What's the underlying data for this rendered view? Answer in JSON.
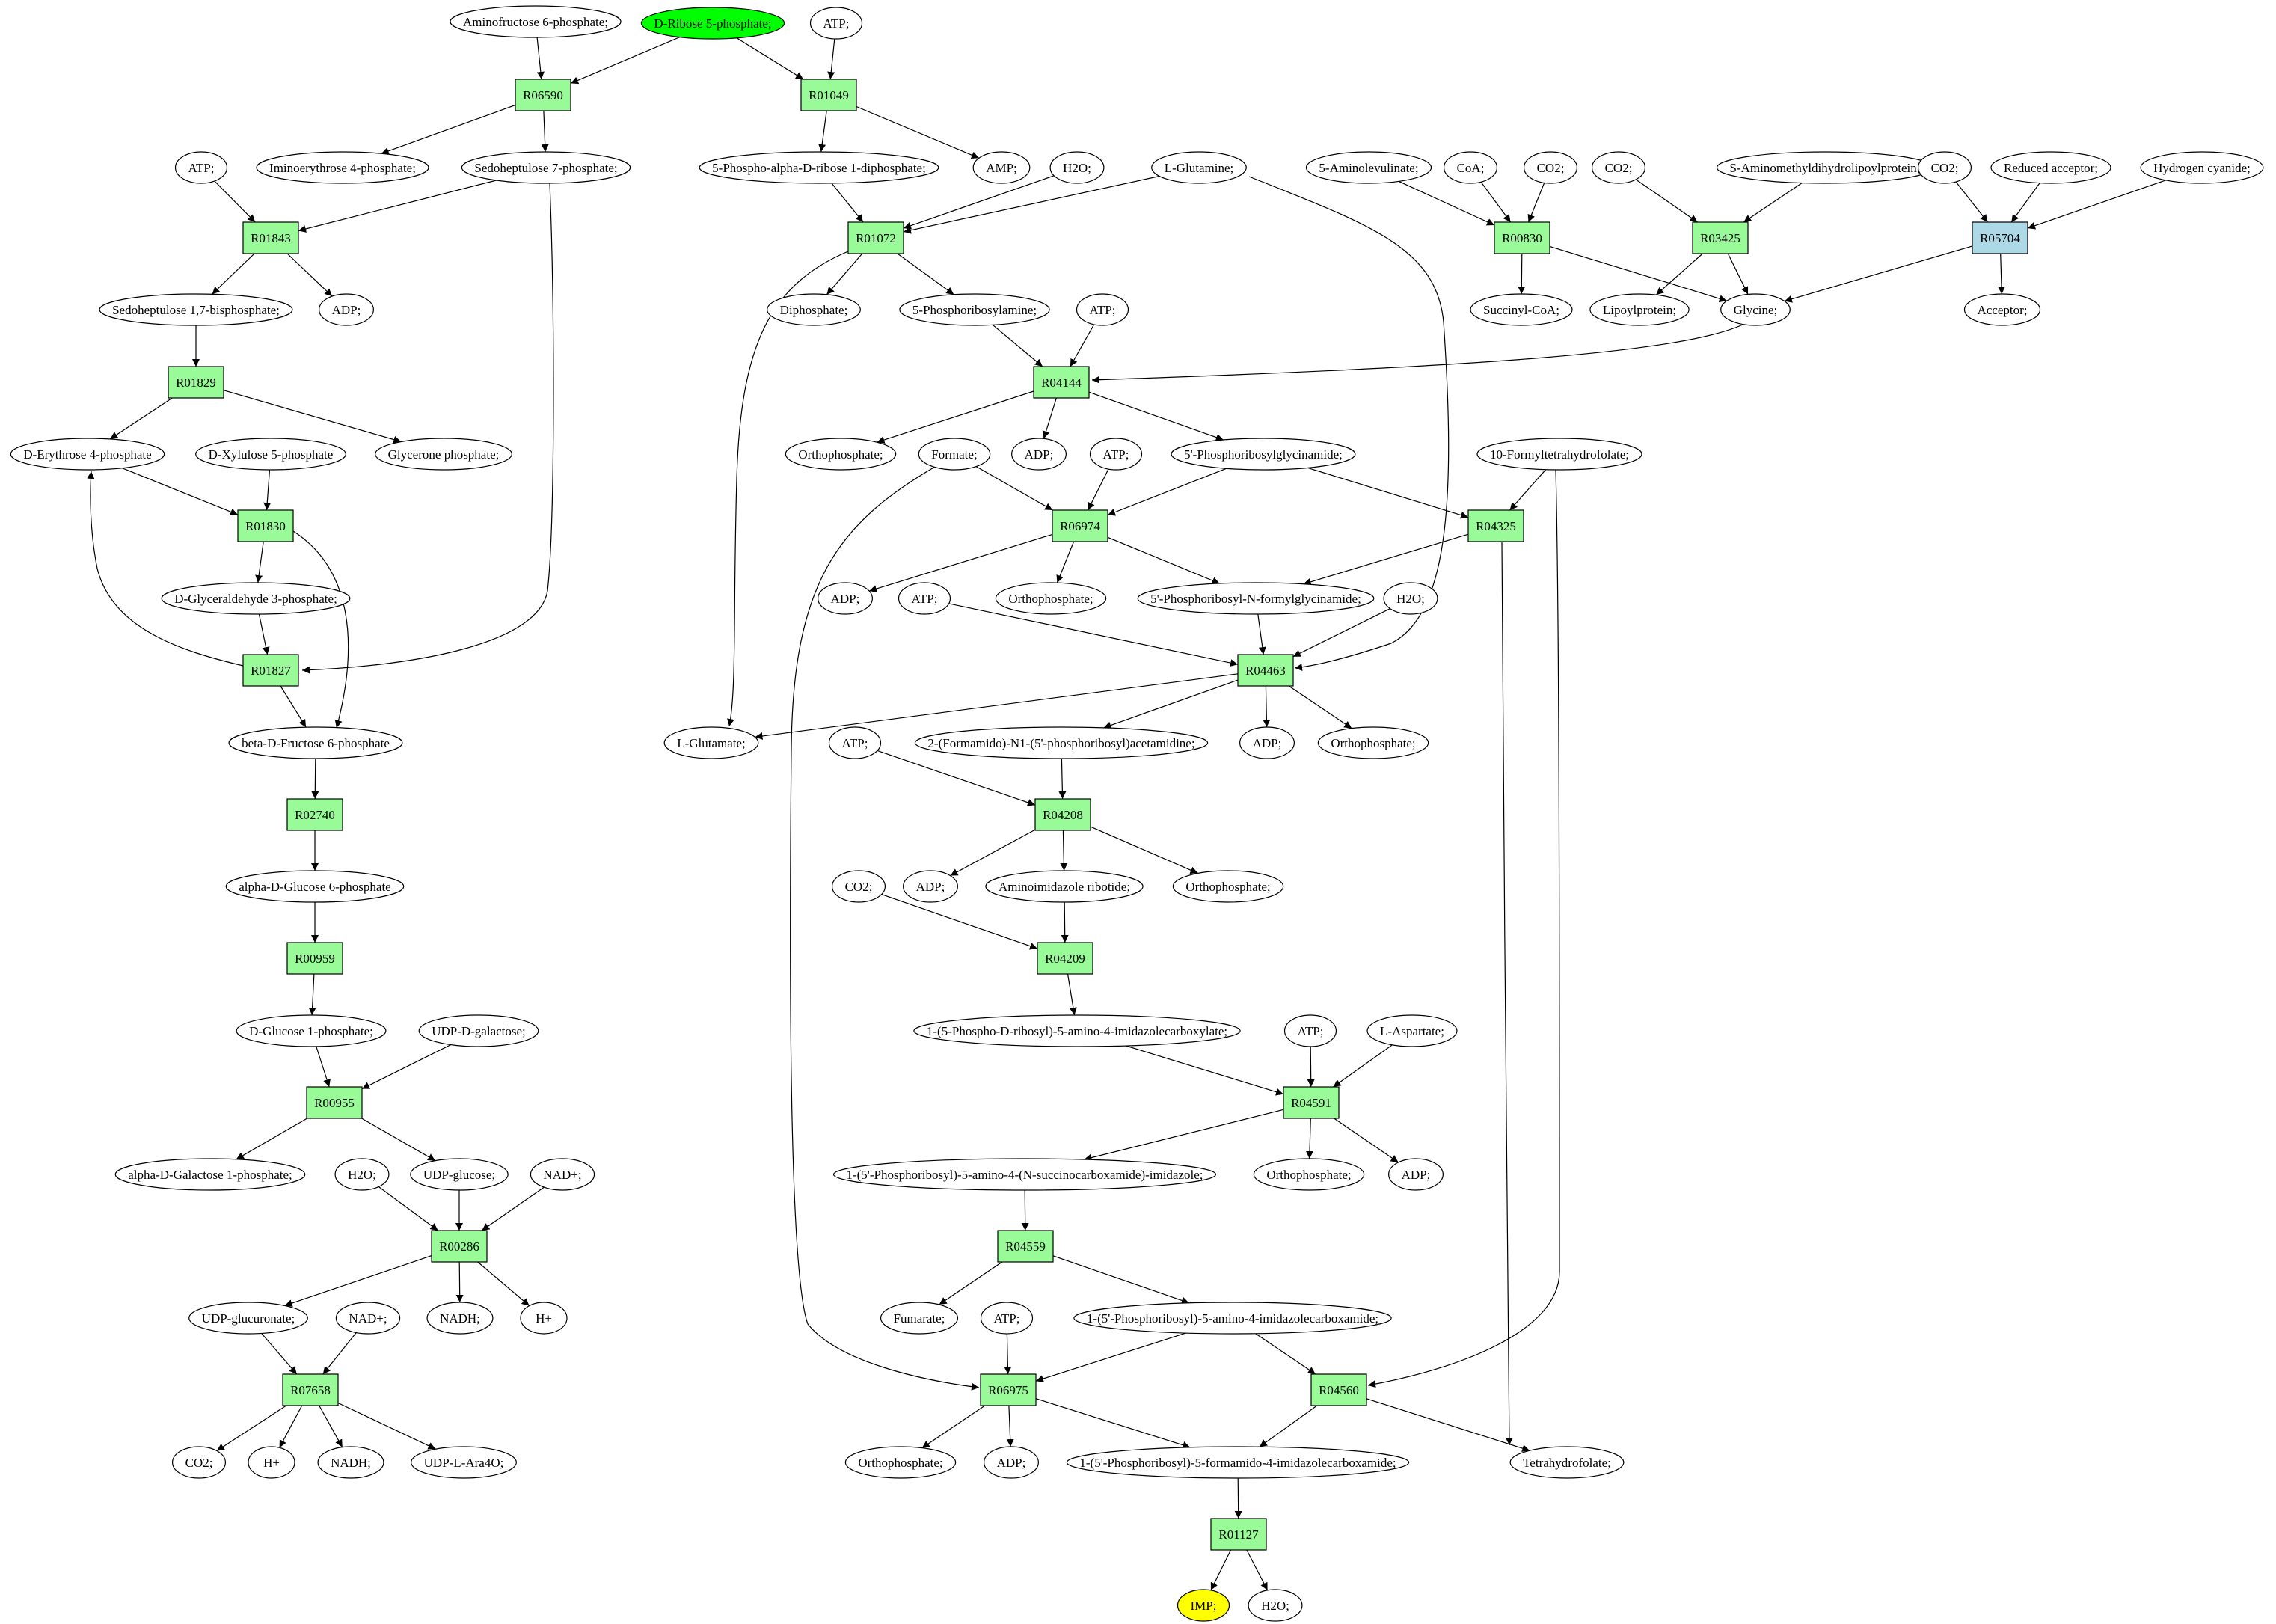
{
  "colors": {
    "reaction": "#98fb98",
    "reaction_alt": "#add8e6",
    "source": "#00ff00",
    "target": "#ffff00",
    "metabolite": "#ffffff",
    "stroke": "#000000"
  },
  "nodes": [
    {
      "id": "m_amf6p",
      "label": "Aminofructose 6-phosphate;",
      "kind": "metabolite"
    },
    {
      "id": "m_r5p",
      "label": "D-Ribose 5-phosphate;",
      "kind": "metabolite",
      "fill": "source"
    },
    {
      "id": "m_atp1",
      "label": "ATP;",
      "kind": "metabolite"
    },
    {
      "id": "r_R06590",
      "label": "R06590",
      "kind": "reaction"
    },
    {
      "id": "r_R01049",
      "label": "R01049",
      "kind": "reaction"
    },
    {
      "id": "m_atp2",
      "label": "ATP;",
      "kind": "metabolite"
    },
    {
      "id": "m_ie4p",
      "label": "Iminoerythrose 4-phosphate;",
      "kind": "metabolite"
    },
    {
      "id": "m_s7p",
      "label": "Sedoheptulose 7-phosphate;",
      "kind": "metabolite"
    },
    {
      "id": "m_prpp",
      "label": "5-Phospho-alpha-D-ribose 1-diphosphate;",
      "kind": "metabolite"
    },
    {
      "id": "m_amp",
      "label": "AMP;",
      "kind": "metabolite"
    },
    {
      "id": "m_h2o1",
      "label": "H2O;",
      "kind": "metabolite"
    },
    {
      "id": "m_gln",
      "label": "L-Glutamine;",
      "kind": "metabolite"
    },
    {
      "id": "m_5al",
      "label": "5-Aminolevulinate;",
      "kind": "metabolite"
    },
    {
      "id": "m_coa",
      "label": "CoA;",
      "kind": "metabolite"
    },
    {
      "id": "m_co2a",
      "label": "CO2;",
      "kind": "metabolite"
    },
    {
      "id": "m_co2b",
      "label": "CO2;",
      "kind": "metabolite"
    },
    {
      "id": "m_samdlp",
      "label": "S-Aminomethyldihydrolipoylprotein;",
      "kind": "metabolite"
    },
    {
      "id": "m_co2c",
      "label": "CO2;",
      "kind": "metabolite"
    },
    {
      "id": "m_redacc",
      "label": "Reduced acceptor;",
      "kind": "metabolite"
    },
    {
      "id": "m_hcn",
      "label": "Hydrogen cyanide;",
      "kind": "metabolite"
    },
    {
      "id": "r_R01843",
      "label": "R01843",
      "kind": "reaction"
    },
    {
      "id": "r_R01072",
      "label": "R01072",
      "kind": "reaction"
    },
    {
      "id": "r_R00830",
      "label": "R00830",
      "kind": "reaction"
    },
    {
      "id": "r_R03425",
      "label": "R03425",
      "kind": "reaction"
    },
    {
      "id": "r_R05704",
      "label": "R05704",
      "kind": "reaction",
      "fill": "reaction_alt"
    },
    {
      "id": "m_s17bp",
      "label": "Sedoheptulose 1,7-bisphosphate;",
      "kind": "metabolite"
    },
    {
      "id": "m_adp1",
      "label": "ADP;",
      "kind": "metabolite"
    },
    {
      "id": "m_dip",
      "label": "Diphosphate;",
      "kind": "metabolite"
    },
    {
      "id": "m_5pra",
      "label": "5-Phosphoribosylamine;",
      "kind": "metabolite"
    },
    {
      "id": "m_atp3",
      "label": "ATP;",
      "kind": "metabolite"
    },
    {
      "id": "m_succoa",
      "label": "Succinyl-CoA;",
      "kind": "metabolite"
    },
    {
      "id": "m_lipo",
      "label": "Lipoylprotein;",
      "kind": "metabolite"
    },
    {
      "id": "m_gly",
      "label": "Glycine;",
      "kind": "metabolite"
    },
    {
      "id": "m_acc",
      "label": "Acceptor;",
      "kind": "metabolite"
    },
    {
      "id": "r_R01829",
      "label": "R01829",
      "kind": "reaction"
    },
    {
      "id": "r_R04144",
      "label": "R04144",
      "kind": "reaction"
    },
    {
      "id": "m_e4p",
      "label": "D-Erythrose 4-phosphate",
      "kind": "metabolite"
    },
    {
      "id": "m_x5p",
      "label": "D-Xylulose 5-phosphate",
      "kind": "metabolite"
    },
    {
      "id": "m_gp",
      "label": "Glycerone phosphate;",
      "kind": "metabolite"
    },
    {
      "id": "m_pi1",
      "label": "Orthophosphate;",
      "kind": "metabolite"
    },
    {
      "id": "m_formate",
      "label": "Formate;",
      "kind": "metabolite"
    },
    {
      "id": "m_adp2",
      "label": "ADP;",
      "kind": "metabolite"
    },
    {
      "id": "m_atp4",
      "label": "ATP;",
      "kind": "metabolite"
    },
    {
      "id": "m_gar",
      "label": "5'-Phosphoribosylglycinamide;",
      "kind": "metabolite"
    },
    {
      "id": "m_10fthf",
      "label": "10-Formyltetrahydrofolate;",
      "kind": "metabolite"
    },
    {
      "id": "r_R01830",
      "label": "R01830",
      "kind": "reaction"
    },
    {
      "id": "r_R06974",
      "label": "R06974",
      "kind": "reaction"
    },
    {
      "id": "r_R04325",
      "label": "R04325",
      "kind": "reaction"
    },
    {
      "id": "m_g3p",
      "label": "D-Glyceraldehyde 3-phosphate;",
      "kind": "metabolite"
    },
    {
      "id": "m_adp3",
      "label": "ADP;",
      "kind": "metabolite"
    },
    {
      "id": "m_atp5",
      "label": "ATP;",
      "kind": "metabolite"
    },
    {
      "id": "m_pi2",
      "label": "Orthophosphate;",
      "kind": "metabolite"
    },
    {
      "id": "m_fgar",
      "label": "5'-Phosphoribosyl-N-formylglycinamide;",
      "kind": "metabolite"
    },
    {
      "id": "m_h2o2",
      "label": "H2O;",
      "kind": "metabolite"
    },
    {
      "id": "r_R01827",
      "label": "R01827",
      "kind": "reaction"
    },
    {
      "id": "r_R04463",
      "label": "R04463",
      "kind": "reaction"
    },
    {
      "id": "m_f6p",
      "label": "beta-D-Fructose 6-phosphate",
      "kind": "metabolite"
    },
    {
      "id": "m_glu",
      "label": "L-Glutamate;",
      "kind": "metabolite"
    },
    {
      "id": "m_fgam",
      "label": "2-(Formamido)-N1-(5'-phosphoribosyl)acetamidine;",
      "kind": "metabolite"
    },
    {
      "id": "m_adp4",
      "label": "ADP;",
      "kind": "metabolite"
    },
    {
      "id": "m_pi3",
      "label": "Orthophosphate;",
      "kind": "metabolite"
    },
    {
      "id": "m_atp6",
      "label": "ATP;",
      "kind": "metabolite"
    },
    {
      "id": "r_R02740",
      "label": "R02740",
      "kind": "reaction"
    },
    {
      "id": "r_R04208",
      "label": "R04208",
      "kind": "reaction"
    },
    {
      "id": "m_g6p",
      "label": "alpha-D-Glucose 6-phosphate",
      "kind": "metabolite"
    },
    {
      "id": "m_co2d",
      "label": "CO2;",
      "kind": "metabolite"
    },
    {
      "id": "m_adp5",
      "label": "ADP;",
      "kind": "metabolite"
    },
    {
      "id": "m_air",
      "label": "Aminoimidazole ribotide;",
      "kind": "metabolite"
    },
    {
      "id": "m_pi4",
      "label": "Orthophosphate;",
      "kind": "metabolite"
    },
    {
      "id": "r_R00959",
      "label": "R00959",
      "kind": "reaction"
    },
    {
      "id": "r_R04209",
      "label": "R04209",
      "kind": "reaction"
    },
    {
      "id": "m_g1p",
      "label": "D-Glucose 1-phosphate;",
      "kind": "metabolite"
    },
    {
      "id": "m_udpgal",
      "label": "UDP-D-galactose;",
      "kind": "metabolite"
    },
    {
      "id": "m_cair",
      "label": "1-(5-Phospho-D-ribosyl)-5-amino-4-imidazolecarboxylate;",
      "kind": "metabolite"
    },
    {
      "id": "m_atp7",
      "label": "ATP;",
      "kind": "metabolite"
    },
    {
      "id": "m_asp",
      "label": "L-Aspartate;",
      "kind": "metabolite"
    },
    {
      "id": "r_R00955",
      "label": "R00955",
      "kind": "reaction"
    },
    {
      "id": "r_R04591",
      "label": "R04591",
      "kind": "reaction"
    },
    {
      "id": "m_gal1p",
      "label": "alpha-D-Galactose 1-phosphate;",
      "kind": "metabolite"
    },
    {
      "id": "m_h2o3",
      "label": "H2O;",
      "kind": "metabolite"
    },
    {
      "id": "m_udpglc",
      "label": "UDP-glucose;",
      "kind": "metabolite"
    },
    {
      "id": "m_nad1",
      "label": "NAD+;",
      "kind": "metabolite"
    },
    {
      "id": "m_saicar",
      "label": "1-(5'-Phosphoribosyl)-5-amino-4-(N-succinocarboxamide)-imidazole;",
      "kind": "metabolite"
    },
    {
      "id": "m_pi5",
      "label": "Orthophosphate;",
      "kind": "metabolite"
    },
    {
      "id": "m_adp6",
      "label": "ADP;",
      "kind": "metabolite"
    },
    {
      "id": "r_R00286",
      "label": "R00286",
      "kind": "reaction"
    },
    {
      "id": "r_R04559",
      "label": "R04559",
      "kind": "reaction"
    },
    {
      "id": "m_udpglca",
      "label": "UDP-glucuronate;",
      "kind": "metabolite"
    },
    {
      "id": "m_nad2",
      "label": "NAD+;",
      "kind": "metabolite"
    },
    {
      "id": "m_nadh1",
      "label": "NADH;",
      "kind": "metabolite"
    },
    {
      "id": "m_h1",
      "label": "H+",
      "kind": "metabolite"
    },
    {
      "id": "m_fum",
      "label": "Fumarate;",
      "kind": "metabolite"
    },
    {
      "id": "m_atp8",
      "label": "ATP;",
      "kind": "metabolite"
    },
    {
      "id": "m_aicar",
      "label": "1-(5'-Phosphoribosyl)-5-amino-4-imidazolecarboxamide;",
      "kind": "metabolite"
    },
    {
      "id": "r_R07658",
      "label": "R07658",
      "kind": "reaction"
    },
    {
      "id": "r_R06975",
      "label": "R06975",
      "kind": "reaction"
    },
    {
      "id": "r_R04560",
      "label": "R04560",
      "kind": "reaction"
    },
    {
      "id": "m_co2e",
      "label": "CO2;",
      "kind": "metabolite"
    },
    {
      "id": "m_h2",
      "label": "H+",
      "kind": "metabolite"
    },
    {
      "id": "m_nadh2",
      "label": "NADH;",
      "kind": "metabolite"
    },
    {
      "id": "m_udpara",
      "label": "UDP-L-Ara4O;",
      "kind": "metabolite"
    },
    {
      "id": "m_pi6",
      "label": "Orthophosphate;",
      "kind": "metabolite"
    },
    {
      "id": "m_adp7",
      "label": "ADP;",
      "kind": "metabolite"
    },
    {
      "id": "m_faicar",
      "label": "1-(5'-Phosphoribosyl)-5-formamido-4-imidazolecarboxamide;",
      "kind": "metabolite"
    },
    {
      "id": "m_thf",
      "label": "Tetrahydrofolate;",
      "kind": "metabolite"
    },
    {
      "id": "r_R01127",
      "label": "R01127",
      "kind": "reaction"
    },
    {
      "id": "m_imp",
      "label": "IMP;",
      "kind": "metabolite",
      "fill": "target"
    },
    {
      "id": "m_h2o4",
      "label": "H2O;",
      "kind": "metabolite"
    }
  ],
  "edges": [
    [
      "m_amf6p",
      "r_R06590"
    ],
    [
      "m_r5p",
      "r_R06590"
    ],
    [
      "r_R06590",
      "m_ie4p"
    ],
    [
      "r_R06590",
      "m_s7p"
    ],
    [
      "m_r5p",
      "r_R01049"
    ],
    [
      "m_atp1",
      "r_R01049"
    ],
    [
      "r_R01049",
      "m_prpp"
    ],
    [
      "r_R01049",
      "m_amp"
    ],
    [
      "m_atp2",
      "r_R01843"
    ],
    [
      "m_s7p",
      "r_R01843"
    ],
    [
      "r_R01843",
      "m_s17bp"
    ],
    [
      "r_R01843",
      "m_adp1"
    ],
    [
      "m_s17bp",
      "r_R01829"
    ],
    [
      "r_R01829",
      "m_e4p"
    ],
    [
      "r_R01829",
      "m_gp"
    ],
    [
      "m_e4p",
      "r_R01830"
    ],
    [
      "m_x5p",
      "r_R01830"
    ],
    [
      "r_R01830",
      "m_g3p"
    ],
    [
      "r_R01830",
      "m_f6p"
    ],
    [
      "m_g3p",
      "r_R01827"
    ],
    [
      "m_s7p",
      "r_R01827"
    ],
    [
      "r_R01827",
      "m_e4p"
    ],
    [
      "r_R01827",
      "m_f6p"
    ],
    [
      "m_f6p",
      "r_R02740"
    ],
    [
      "r_R02740",
      "m_g6p"
    ],
    [
      "m_g6p",
      "r_R00959"
    ],
    [
      "r_R00959",
      "m_g1p"
    ],
    [
      "m_g1p",
      "r_R00955"
    ],
    [
      "m_udpgal",
      "r_R00955"
    ],
    [
      "r_R00955",
      "m_gal1p"
    ],
    [
      "r_R00955",
      "m_udpglc"
    ],
    [
      "m_h2o3",
      "r_R00286"
    ],
    [
      "m_udpglc",
      "r_R00286"
    ],
    [
      "m_nad1",
      "r_R00286"
    ],
    [
      "r_R00286",
      "m_udpglca"
    ],
    [
      "r_R00286",
      "m_nadh1"
    ],
    [
      "r_R00286",
      "m_h1"
    ],
    [
      "m_udpglca",
      "r_R07658"
    ],
    [
      "m_nad2",
      "r_R07658"
    ],
    [
      "r_R07658",
      "m_co2e"
    ],
    [
      "r_R07658",
      "m_h2"
    ],
    [
      "r_R07658",
      "m_nadh2"
    ],
    [
      "r_R07658",
      "m_udpara"
    ],
    [
      "m_prpp",
      "r_R01072"
    ],
    [
      "m_h2o1",
      "r_R01072"
    ],
    [
      "m_gln",
      "r_R01072"
    ],
    [
      "r_R01072",
      "m_dip"
    ],
    [
      "r_R01072",
      "m_5pra"
    ],
    [
      "r_R01072",
      "m_glu"
    ],
    [
      "m_5al",
      "r_R00830"
    ],
    [
      "m_coa",
      "r_R00830"
    ],
    [
      "m_co2a",
      "r_R00830"
    ],
    [
      "r_R00830",
      "m_succoa"
    ],
    [
      "r_R00830",
      "m_gly"
    ],
    [
      "m_co2b",
      "r_R03425"
    ],
    [
      "m_samdlp",
      "r_R03425"
    ],
    [
      "r_R03425",
      "m_lipo"
    ],
    [
      "r_R03425",
      "m_gly"
    ],
    [
      "m_co2c",
      "r_R05704"
    ],
    [
      "m_redacc",
      "r_R05704"
    ],
    [
      "m_hcn",
      "r_R05704"
    ],
    [
      "r_R05704",
      "m_acc"
    ],
    [
      "r_R05704",
      "m_gly"
    ],
    [
      "m_5pra",
      "r_R04144"
    ],
    [
      "m_atp3",
      "r_R04144"
    ],
    [
      "m_gly",
      "r_R04144"
    ],
    [
      "r_R04144",
      "m_pi1"
    ],
    [
      "r_R04144",
      "m_adp2"
    ],
    [
      "r_R04144",
      "m_gar"
    ],
    [
      "m_formate",
      "r_R06974"
    ],
    [
      "m_atp4",
      "r_R06974"
    ],
    [
      "m_gar",
      "r_R06974"
    ],
    [
      "r_R06974",
      "m_adp3"
    ],
    [
      "r_R06974",
      "m_pi2"
    ],
    [
      "r_R06974",
      "m_fgar"
    ],
    [
      "m_gar",
      "r_R04325"
    ],
    [
      "m_10fthf",
      "r_R04325"
    ],
    [
      "r_R04325",
      "m_fgar"
    ],
    [
      "r_R04325",
      "m_thf"
    ],
    [
      "m_atp5",
      "r_R04463"
    ],
    [
      "m_fgar",
      "r_R04463"
    ],
    [
      "m_h2o2",
      "r_R04463"
    ],
    [
      "m_gln",
      "r_R04463"
    ],
    [
      "r_R04463",
      "m_glu"
    ],
    [
      "r_R04463",
      "m_fgam"
    ],
    [
      "r_R04463",
      "m_adp4"
    ],
    [
      "r_R04463",
      "m_pi3"
    ],
    [
      "m_atp6",
      "r_R04208"
    ],
    [
      "m_fgam",
      "r_R04208"
    ],
    [
      "r_R04208",
      "m_adp5"
    ],
    [
      "r_R04208",
      "m_air"
    ],
    [
      "r_R04208",
      "m_pi4"
    ],
    [
      "m_co2d",
      "r_R04209"
    ],
    [
      "m_air",
      "r_R04209"
    ],
    [
      "r_R04209",
      "m_cair"
    ],
    [
      "m_cair",
      "r_R04591"
    ],
    [
      "m_atp7",
      "r_R04591"
    ],
    [
      "m_asp",
      "r_R04591"
    ],
    [
      "r_R04591",
      "m_saicar"
    ],
    [
      "r_R04591",
      "m_pi5"
    ],
    [
      "r_R04591",
      "m_adp6"
    ],
    [
      "m_saicar",
      "r_R04559"
    ],
    [
      "r_R04559",
      "m_fum"
    ],
    [
      "r_R04559",
      "m_aicar"
    ],
    [
      "m_formate",
      "r_R06975"
    ],
    [
      "m_atp8",
      "r_R06975"
    ],
    [
      "m_aicar",
      "r_R06975"
    ],
    [
      "r_R06975",
      "m_pi6"
    ],
    [
      "r_R06975",
      "m_adp7"
    ],
    [
      "r_R06975",
      "m_faicar"
    ],
    [
      "m_aicar",
      "r_R04560"
    ],
    [
      "m_10fthf",
      "r_R04560"
    ],
    [
      "r_R04560",
      "m_faicar"
    ],
    [
      "r_R04560",
      "m_thf"
    ],
    [
      "m_faicar",
      "r_R01127"
    ],
    [
      "r_R01127",
      "m_imp"
    ],
    [
      "r_R01127",
      "m_h2o4"
    ]
  ]
}
